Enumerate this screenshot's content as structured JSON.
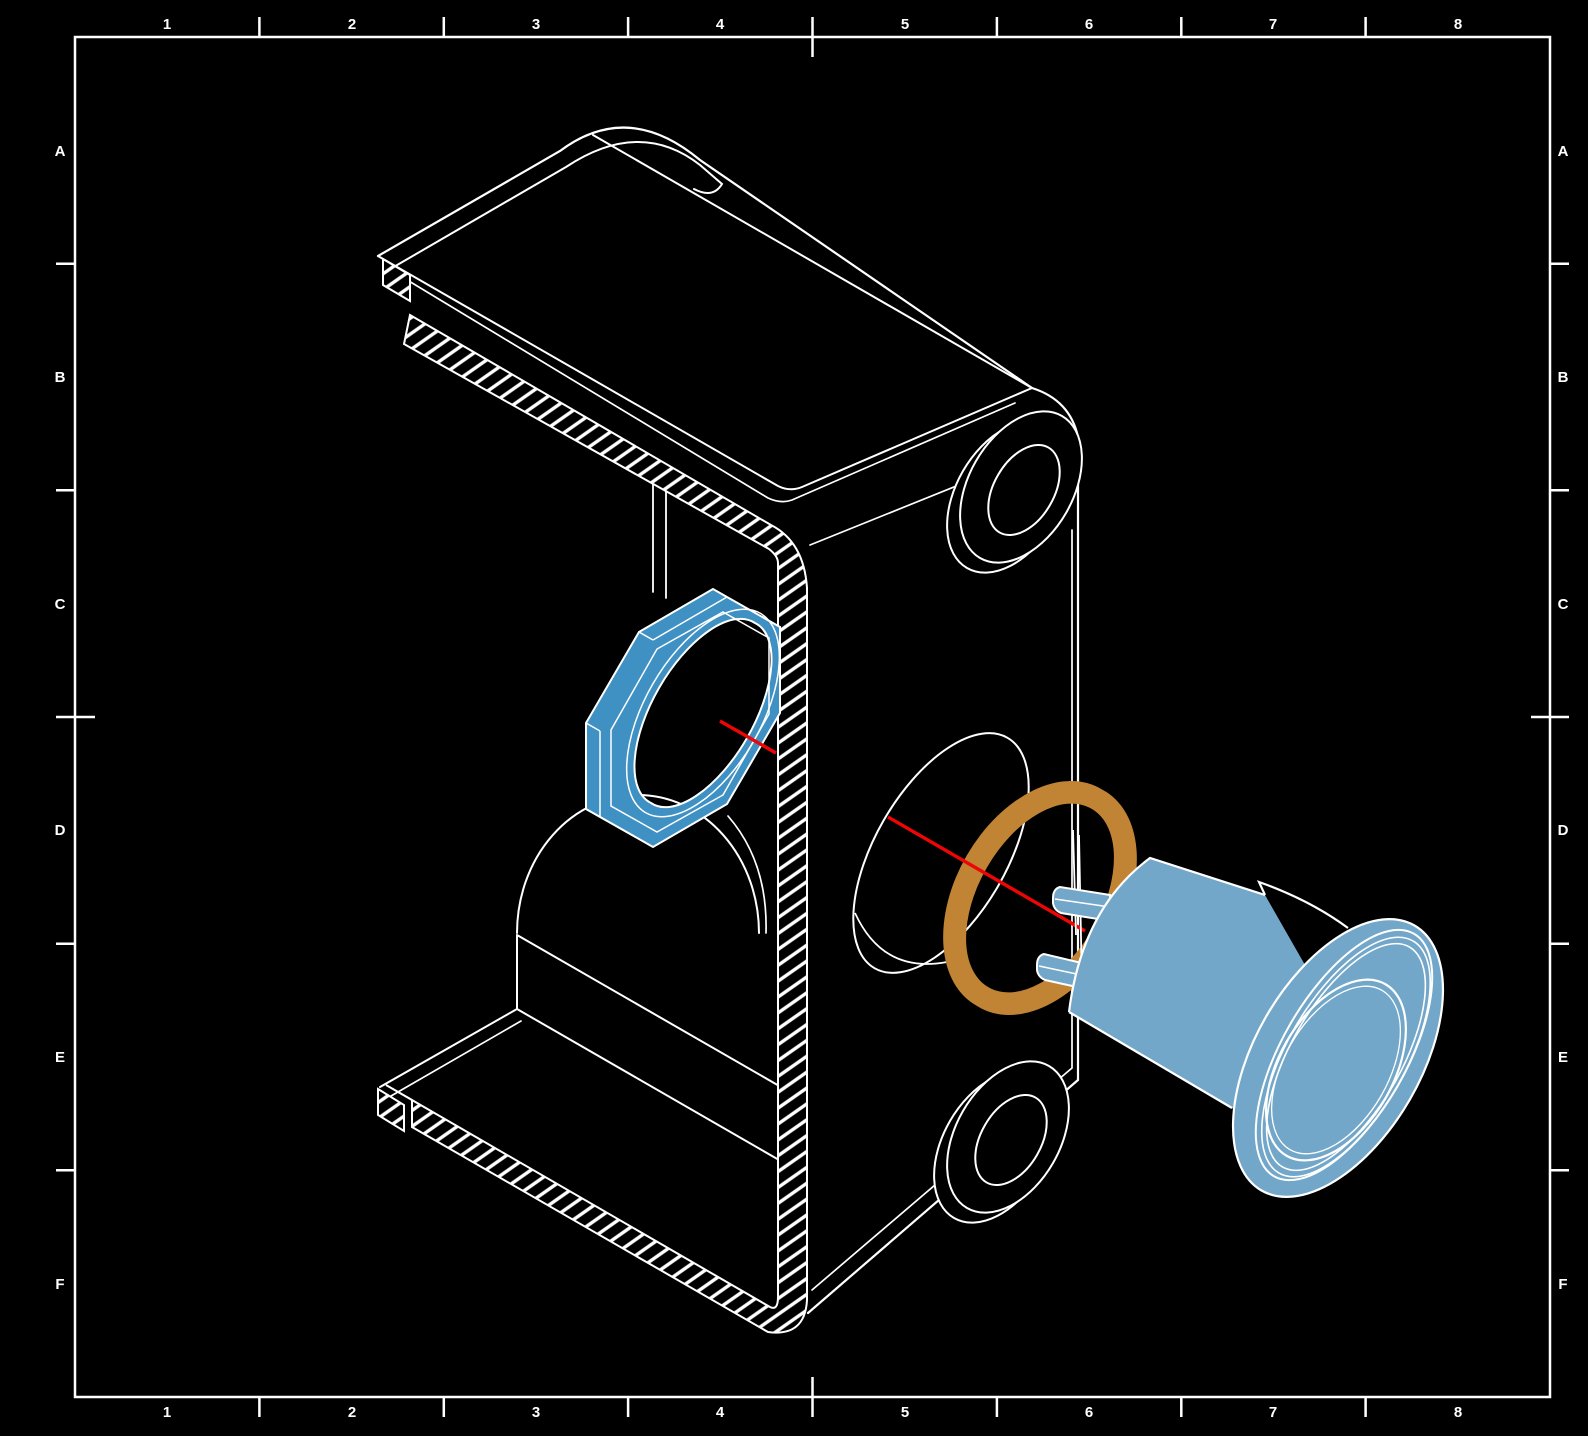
{
  "sheet": {
    "grid_columns": [
      "1",
      "2",
      "3",
      "4",
      "5",
      "6",
      "7",
      "8"
    ],
    "grid_rows": [
      "A",
      "B",
      "C",
      "D",
      "E",
      "F"
    ]
  },
  "colors": {
    "background": "#000000",
    "line": "#ffffff",
    "gasket-blue": "#3f90c3",
    "plug-blue": "#72a7c9",
    "oring-orange": "#c08434",
    "centerline-red": "#ee0505"
  },
  "parts": {
    "housing": "sectioned-housing",
    "gasket": "gasket-retainer-highlight",
    "oring": "o-ring-seal-highlight",
    "plug": "plug-connector-highlight",
    "centerline": "assembly-centerline"
  }
}
